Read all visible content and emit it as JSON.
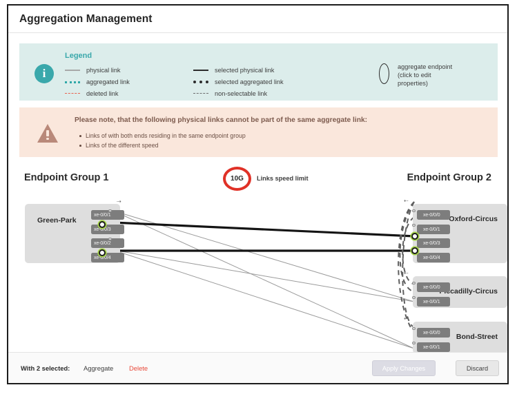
{
  "window": {
    "title": "Aggregation Management"
  },
  "legend": {
    "title": "Legend",
    "info_icon": "i",
    "items_col1": [
      {
        "style": "physical",
        "label": "physical link"
      },
      {
        "style": "aggregated",
        "label": "aggregated link"
      },
      {
        "style": "deleted",
        "label": "deleted link"
      }
    ],
    "items_col2": [
      {
        "style": "selected-physical",
        "label": "selected physical link"
      },
      {
        "style": "selected-aggregated",
        "label": "selected aggregated link"
      },
      {
        "style": "non-selectable",
        "label": "non-selectable link"
      }
    ],
    "endpoint_note": "aggregate endpoint (click to edit properties)"
  },
  "warning": {
    "heading": "Please note, that the following physical links cannot be part of the same aggregate link:",
    "bullets": [
      "Links of with both ends residing in the same endpoint group",
      "Links of the different speed"
    ]
  },
  "diagram": {
    "left_group_title": "Endpoint Group 1",
    "right_group_title": "Endpoint Group 2",
    "speed_badge": "10G",
    "speed_label": "Links speed limit",
    "left_nodes": [
      {
        "name": "Green-Park",
        "ports": [
          {
            "label": "xe-0/0/1",
            "selected": false
          },
          {
            "label": "xe-0/0/3",
            "selected": true
          },
          {
            "label": "xe-0/0/2",
            "selected": false
          },
          {
            "label": "xe-0/0/4",
            "selected": true
          }
        ]
      }
    ],
    "right_nodes": [
      {
        "name": "Oxford-Circus",
        "ports": [
          {
            "label": "xe-0/0/0",
            "selected": false
          },
          {
            "label": "xe-0/0/1",
            "selected": false
          },
          {
            "label": "xe-0/0/3",
            "selected": true
          },
          {
            "label": "xe-0/0/4",
            "selected": true
          }
        ]
      },
      {
        "name": "Piccadilly-Circus",
        "ports": [
          {
            "label": "xe-0/0/0",
            "selected": false
          },
          {
            "label": "xe-0/0/1",
            "selected": false
          }
        ]
      },
      {
        "name": "Bond-Street",
        "ports": [
          {
            "label": "xe-0/0/0",
            "selected": false
          },
          {
            "label": "xe-0/0/1",
            "selected": false
          }
        ]
      }
    ]
  },
  "footer": {
    "selection_label": "With 2 selected:",
    "aggregate_label": "Aggregate",
    "delete_label": "Delete",
    "apply_label": "Apply Changes",
    "discard_label": "Discard"
  },
  "colors": {
    "legend_bg": "#dcedeb",
    "legend_accent": "#3aa8ab",
    "warning_bg": "#fae7dc",
    "warning_accent": "#b9897a",
    "danger": "#e8493a",
    "speed_ring": "#e03127",
    "node_bg": "#dedede",
    "port_bg": "#7d7d7d",
    "selected_ring": "#a9d84b"
  }
}
